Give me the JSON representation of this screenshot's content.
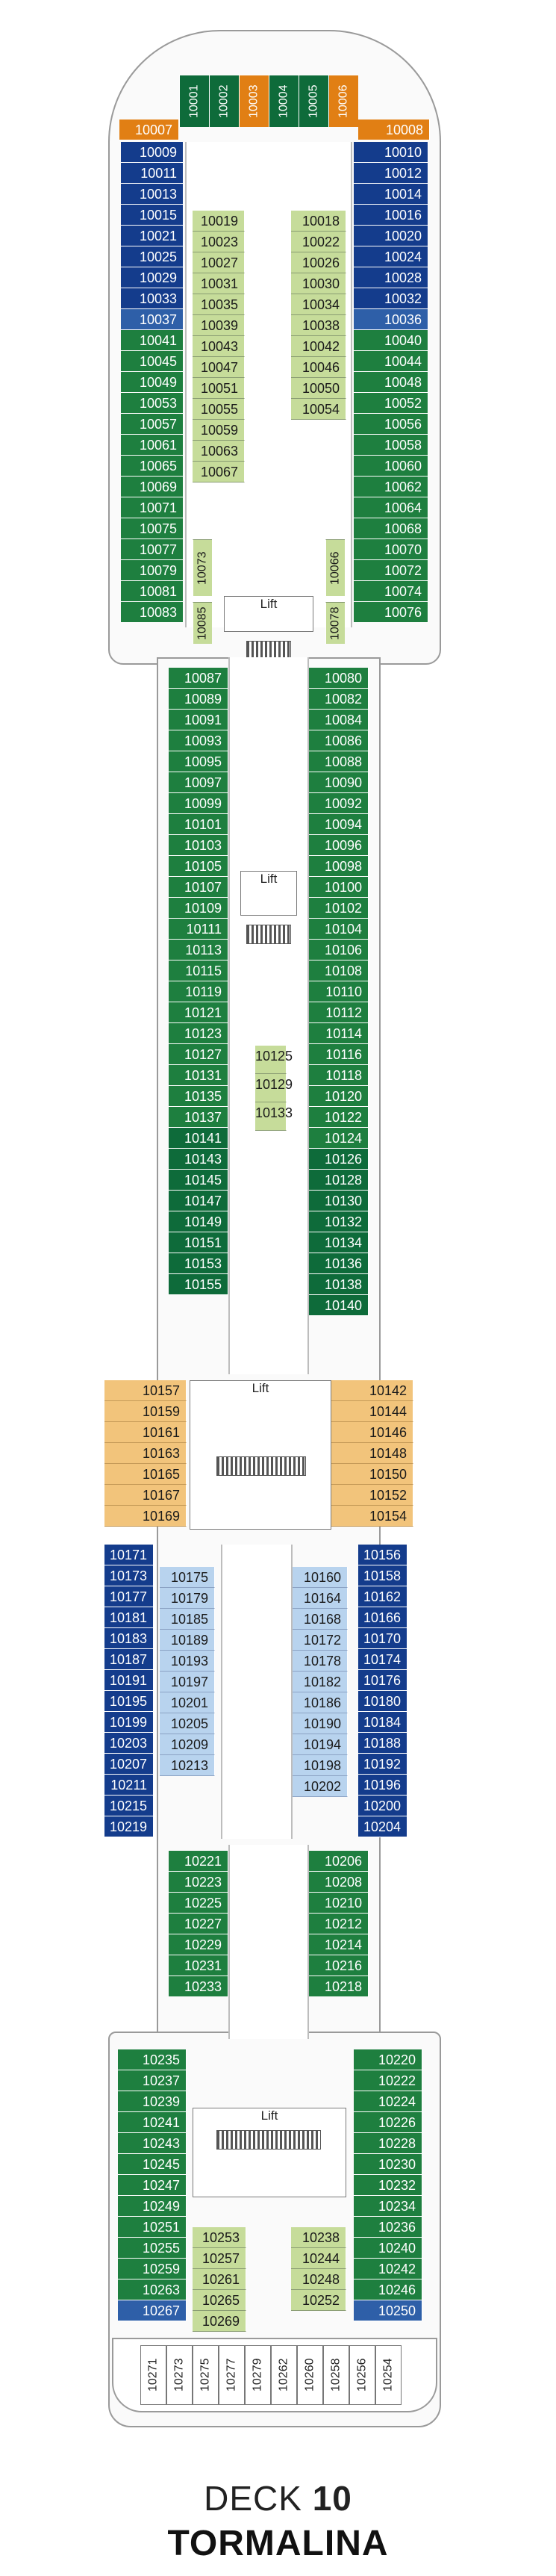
{
  "deck": {
    "label": "DECK",
    "number": "10",
    "name": "TORMALINA"
  },
  "legend_colors": {
    "suite": "#0e6b3a",
    "balcony": "#1e7f3f",
    "interior": "#c6dc9a",
    "outside": "#143c8c",
    "interior_blue": "#b8d3ee",
    "orange": "#f2c47b",
    "yacht_club": "#e17f14",
    "pale": "#d7e7f5"
  },
  "lift_label": "Lift",
  "forward_suites": [
    "10001",
    "10002",
    "10003",
    "10004",
    "10005",
    "10006"
  ],
  "forward_corner": {
    "left": "10007",
    "right": "10008"
  },
  "forward_outer_left": [
    "10009",
    "10011",
    "10013",
    "10015",
    "10021",
    "10025",
    "10029",
    "10033",
    "10037",
    "10041",
    "10045",
    "10049",
    "10053",
    "10057",
    "10061",
    "10065",
    "10069",
    "10071",
    "10075",
    "10077",
    "10079",
    "10081",
    "10083"
  ],
  "forward_outer_right": [
    "10010",
    "10012",
    "10014",
    "10016",
    "10020",
    "10024",
    "10028",
    "10032",
    "10036",
    "10040",
    "10044",
    "10048",
    "10052",
    "10056",
    "10058",
    "10060",
    "10062",
    "10064",
    "10068",
    "10070",
    "10072",
    "10074",
    "10076"
  ],
  "forward_inner_left": [
    "10019",
    "10023",
    "10027",
    "10031",
    "10035",
    "10039",
    "10043",
    "10047",
    "10051",
    "10055",
    "10059",
    "10063",
    "10067"
  ],
  "forward_inner_right": [
    "10018",
    "10022",
    "10026",
    "10030",
    "10034",
    "10038",
    "10042",
    "10046",
    "10050",
    "10054"
  ],
  "forward_vertical": {
    "left_top": "10073",
    "left_bottom": "10085",
    "right_top": "10066",
    "right_bottom": "10078"
  },
  "mid1_left": [
    "10087",
    "10089",
    "10091",
    "10093",
    "10095",
    "10097",
    "10099",
    "10101",
    "10103",
    "10105",
    "10107",
    "10109",
    "10111",
    "10113",
    "10115",
    "10119",
    "10121",
    "10123",
    "10127",
    "10131",
    "10135",
    "10137",
    "10141",
    "10143",
    "10145",
    "10147",
    "10149",
    "10151",
    "10153",
    "10155"
  ],
  "mid1_right": [
    "10080",
    "10082",
    "10084",
    "10086",
    "10088",
    "10090",
    "10092",
    "10094",
    "10096",
    "10098",
    "10100",
    "10102",
    "10104",
    "10106",
    "10108",
    "10110",
    "10112",
    "10114",
    "10116",
    "10118",
    "10120",
    "10122",
    "10124",
    "10126",
    "10128",
    "10130",
    "10132",
    "10134",
    "10136",
    "10138",
    "10140"
  ],
  "mid1_center": [
    "10125",
    "10129",
    "10133"
  ],
  "orange_left": [
    "10157",
    "10159",
    "10161",
    "10163",
    "10165",
    "10167",
    "10169"
  ],
  "orange_right": [
    "10142",
    "10144",
    "10146",
    "10148",
    "10150",
    "10152",
    "10154"
  ],
  "blue_left": [
    "10171",
    "10173",
    "10177",
    "10181",
    "10183",
    "10187",
    "10191",
    "10195",
    "10199",
    "10203",
    "10207",
    "10211",
    "10215",
    "10219"
  ],
  "blue_right": [
    "10156",
    "10158",
    "10162",
    "10166",
    "10170",
    "10174",
    "10176",
    "10180",
    "10184",
    "10188",
    "10192",
    "10196",
    "10200",
    "10204"
  ],
  "blue_inner_left": [
    "10175",
    "10179",
    "10185",
    "10189",
    "10193",
    "10197",
    "10201",
    "10205",
    "10209",
    "10213"
  ],
  "blue_inner_right": [
    "10160",
    "10164",
    "10168",
    "10172",
    "10178",
    "10182",
    "10186",
    "10190",
    "10194",
    "10198",
    "10202"
  ],
  "aft1_left": [
    "10221",
    "10223",
    "10225",
    "10227",
    "10229",
    "10231",
    "10233"
  ],
  "aft1_right": [
    "10206",
    "10208",
    "10210",
    "10212",
    "10214",
    "10216",
    "10218"
  ],
  "aft2_left": [
    "10235",
    "10237",
    "10239",
    "10241",
    "10243",
    "10245",
    "10247",
    "10249",
    "10251",
    "10255",
    "10259",
    "10263",
    "10267"
  ],
  "aft2_right": [
    "10220",
    "10222",
    "10224",
    "10226",
    "10228",
    "10230",
    "10232",
    "10234",
    "10236",
    "10240",
    "10242",
    "10246",
    "10250"
  ],
  "aft2_inner_left": [
    "10253",
    "10257",
    "10261",
    "10265",
    "10269"
  ],
  "aft2_inner_right": [
    "10238",
    "10244",
    "10248",
    "10252"
  ],
  "stern": [
    "10271",
    "10273",
    "10275",
    "10277",
    "10279",
    "10262",
    "10260",
    "10258",
    "10256",
    "10254"
  ]
}
